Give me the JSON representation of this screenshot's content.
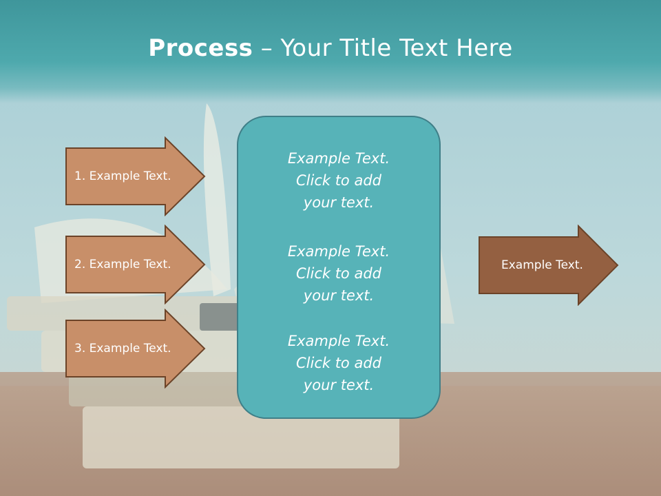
{
  "title": {
    "bold": "Process",
    "rest": " – Your Title Text Here"
  },
  "left_arrows": [
    {
      "label": "1. Example Text."
    },
    {
      "label": "2. Example Text."
    },
    {
      "label": "3. Example Text."
    }
  ],
  "center_box": {
    "blocks": [
      {
        "lines": [
          "Example Text.",
          "Click  to add",
          "your text."
        ]
      },
      {
        "lines": [
          "Example Text.",
          "Click  to add",
          "your text."
        ]
      },
      {
        "lines": [
          "Example Text.",
          "Click  to add",
          "your text."
        ]
      }
    ]
  },
  "right_arrow": {
    "label": "Example Text."
  },
  "colors": {
    "header": "#4ea9ad",
    "left_arrow_fill": "#c88f69",
    "right_arrow_fill": "#946041",
    "arrow_stroke": "#6b4328",
    "center_box_fill": "#57b3b8"
  },
  "background": {
    "image": "stack of open books on wooden table"
  }
}
